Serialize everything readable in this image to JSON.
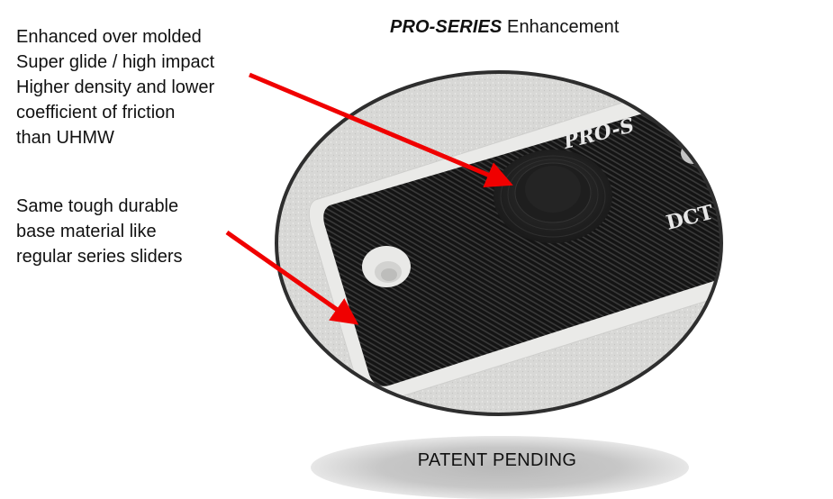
{
  "header": {
    "title_emphasis": "PRO-SERIES",
    "title_rest": " Enhancement"
  },
  "features": [
    {
      "lines": [
        "Enhanced over molded",
        "Super glide / high impact",
        "Higher density and lower",
        "coefficient of friction",
        "than UHMW"
      ],
      "points_to": "glide-button"
    },
    {
      "lines": [
        "Same tough durable",
        "base material like",
        "regular series sliders"
      ],
      "points_to": "base-edge"
    }
  ],
  "footer": {
    "label": "PATENT PENDING"
  },
  "photo": {
    "subject": "black 3D-printed slider with round glide button on white base",
    "embossed_text_partial": [
      "PRO-S",
      "DCT"
    ]
  },
  "colors": {
    "arrow": "#f00000",
    "frame": "#2e2e2e",
    "slider_top": "#121212",
    "base": "#e8e8e6",
    "background_surface": "#d6d6d4"
  }
}
